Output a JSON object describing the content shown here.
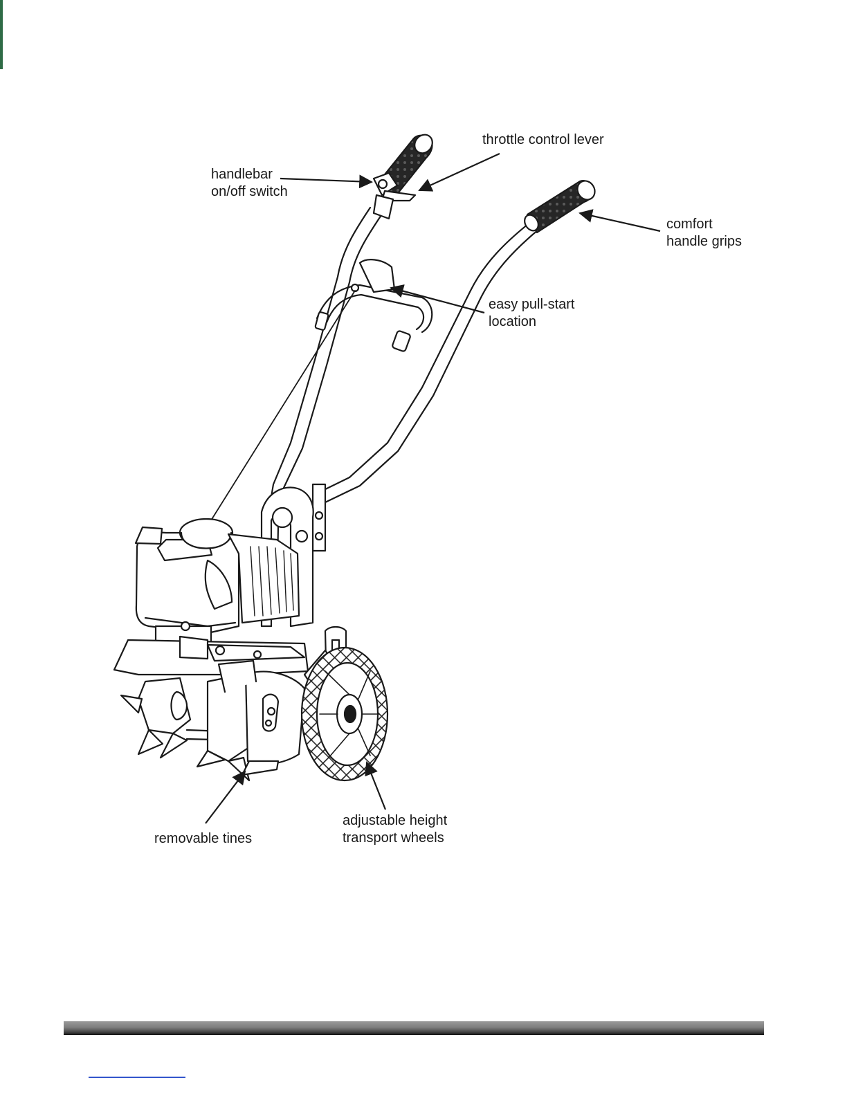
{
  "diagram": {
    "labels": {
      "throttle": "throttle control lever",
      "switch_line1": "handlebar",
      "switch_line2": "on/off switch",
      "grips_line1": "comfort",
      "grips_line2": "handle grips",
      "pull_line1": "easy pull-start",
      "pull_line2": "location",
      "tines": "removable tines",
      "wheels_line1": "adjustable height",
      "wheels_line2": "transport wheels"
    }
  },
  "colors": {
    "ink": "#1a1a1a",
    "footer_rule": "#555555",
    "footer_link": "#3355cc"
  }
}
